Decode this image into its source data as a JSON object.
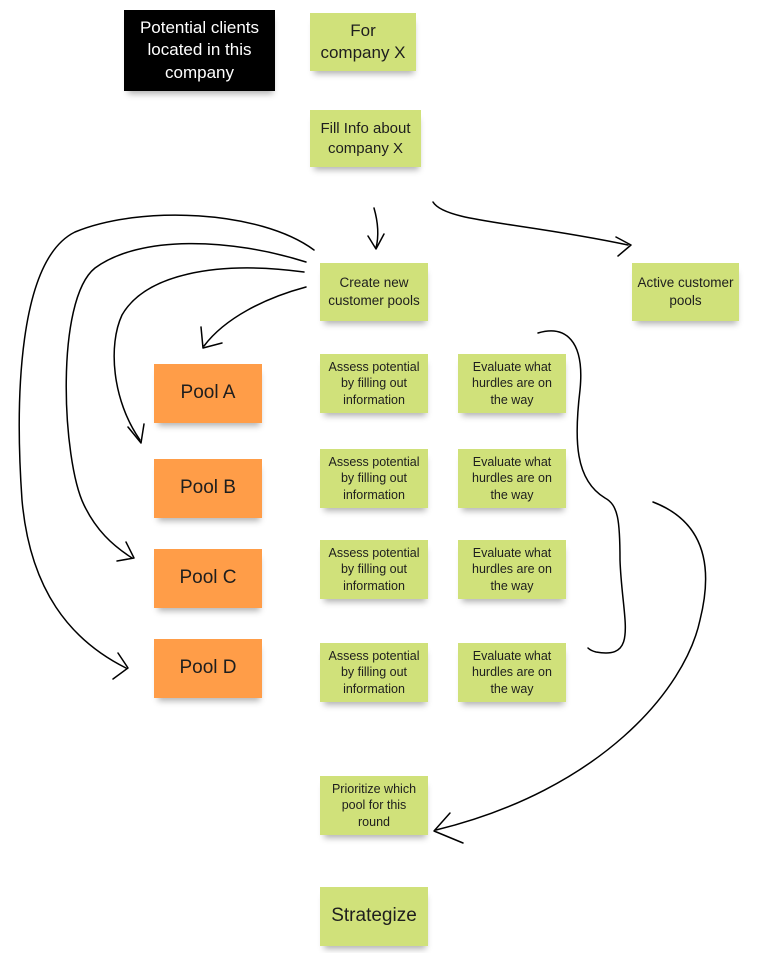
{
  "colors": {
    "green_note": "#d0e17a",
    "orange_note": "#ff9d48",
    "black_note": "#000000",
    "connector": "#000000"
  },
  "notes": {
    "potential_clients": "Potential clients located in this company",
    "for_company": "For company X",
    "fill_info": "Fill Info about company X",
    "create_pools": "Create new customer pools",
    "active_pools": "Active customer pools",
    "pools": [
      "Pool A",
      "Pool B",
      "Pool C",
      "Pool D"
    ],
    "assess": [
      "Assess potential by filling out information",
      "Assess potential by filling out information",
      "Assess potential by filling out information",
      "Assess potential by filling out information"
    ],
    "evaluate": [
      "Evaluate what hurdles are on the way",
      "Evaluate what hurdles are on the way",
      "Evaluate what hurdles are on the way",
      "Evaluate what hurdles are on the way"
    ],
    "prioritize": "Prioritize which pool for this round",
    "strategize": "Strategize"
  }
}
